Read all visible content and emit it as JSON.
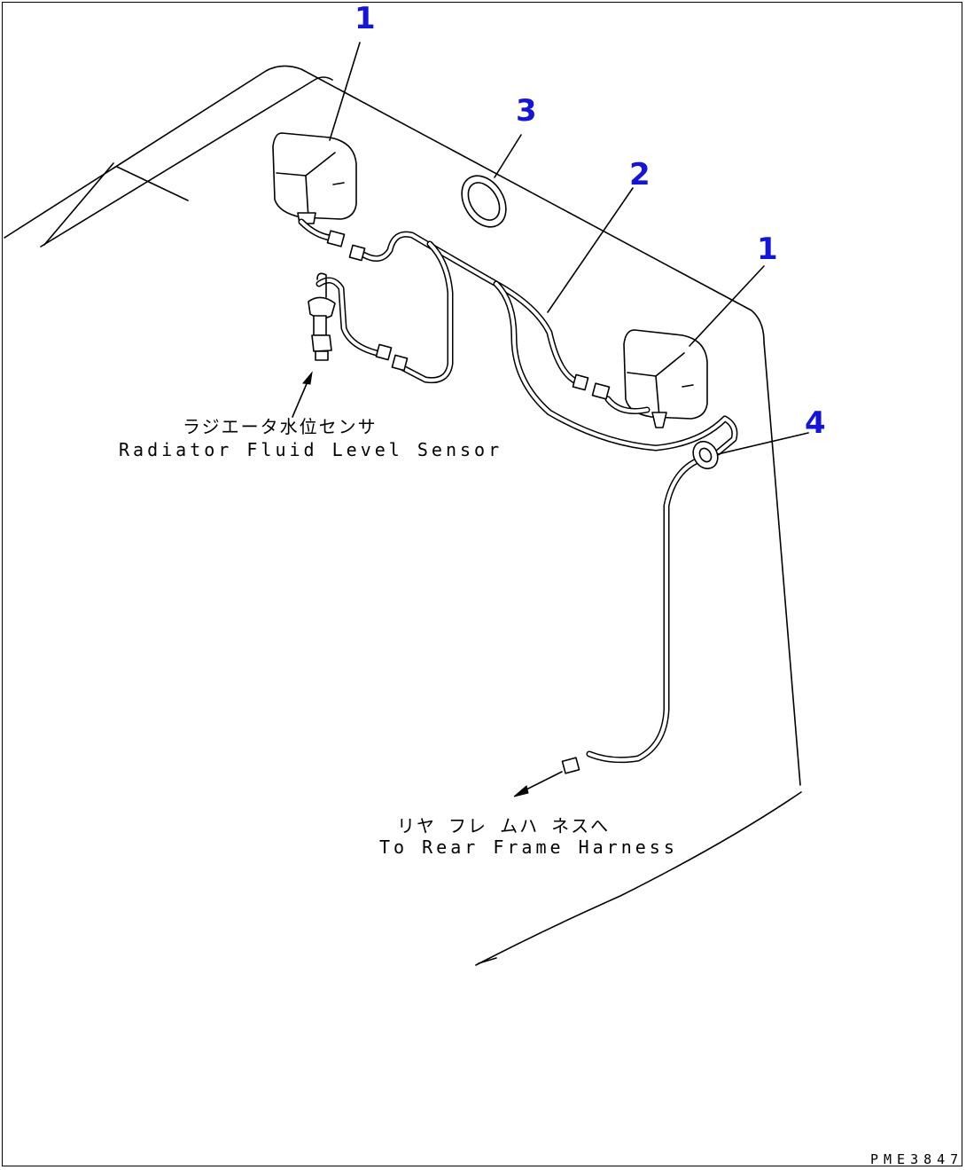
{
  "callouts": {
    "c1a": "1",
    "c1b": "1",
    "c2": "2",
    "c3": "3",
    "c4": "4"
  },
  "labels": {
    "sensor_jp": "ラジエータ水位センサ",
    "sensor_en": "Radiator Fluid Level Sensor",
    "harness_jp": "リヤ フレ ムハ ネスへ",
    "harness_en": "To Rear Frame Harness"
  },
  "drawing_code": "PME3847",
  "colors": {
    "callout": "#1515d6",
    "line": "#000000",
    "background": "#ffffff"
  }
}
